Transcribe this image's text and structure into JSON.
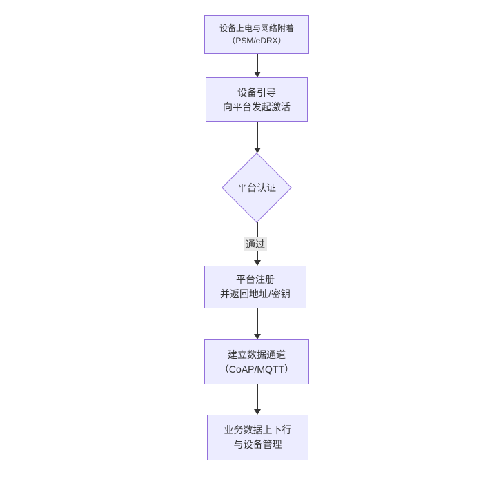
{
  "diagram": {
    "type": "flowchart",
    "direction": "top-down",
    "colors": {
      "background": "#ffffff",
      "node_fill": "#ECECFF",
      "node_border": "#9370DB",
      "node_text": "#333333",
      "edge": "#333333",
      "edge_label_bg": "#e8e8e8"
    },
    "nodes": [
      {
        "id": "n1",
        "shape": "rect",
        "lines": [
          "设备上电与网络附着",
          "（PSM/eDRX）"
        ]
      },
      {
        "id": "n2",
        "shape": "rect",
        "lines": [
          "设备引导",
          "向平台发起激活"
        ]
      },
      {
        "id": "n3",
        "shape": "diamond",
        "lines": [
          "平台认证"
        ]
      },
      {
        "id": "n4",
        "shape": "rect",
        "lines": [
          "平台注册",
          "并返回地址/密钥"
        ]
      },
      {
        "id": "n5",
        "shape": "rect",
        "lines": [
          "建立数据通道",
          "（CoAP/MQTT）"
        ]
      },
      {
        "id": "n6",
        "shape": "rect",
        "lines": [
          "业务数据上下行",
          "与设备管理"
        ]
      }
    ],
    "edges": [
      {
        "from": "n1",
        "to": "n2",
        "label": ""
      },
      {
        "from": "n2",
        "to": "n3",
        "label": ""
      },
      {
        "from": "n3",
        "to": "n4",
        "label": "通过"
      },
      {
        "from": "n4",
        "to": "n5",
        "label": ""
      },
      {
        "from": "n5",
        "to": "n6",
        "label": ""
      }
    ]
  }
}
